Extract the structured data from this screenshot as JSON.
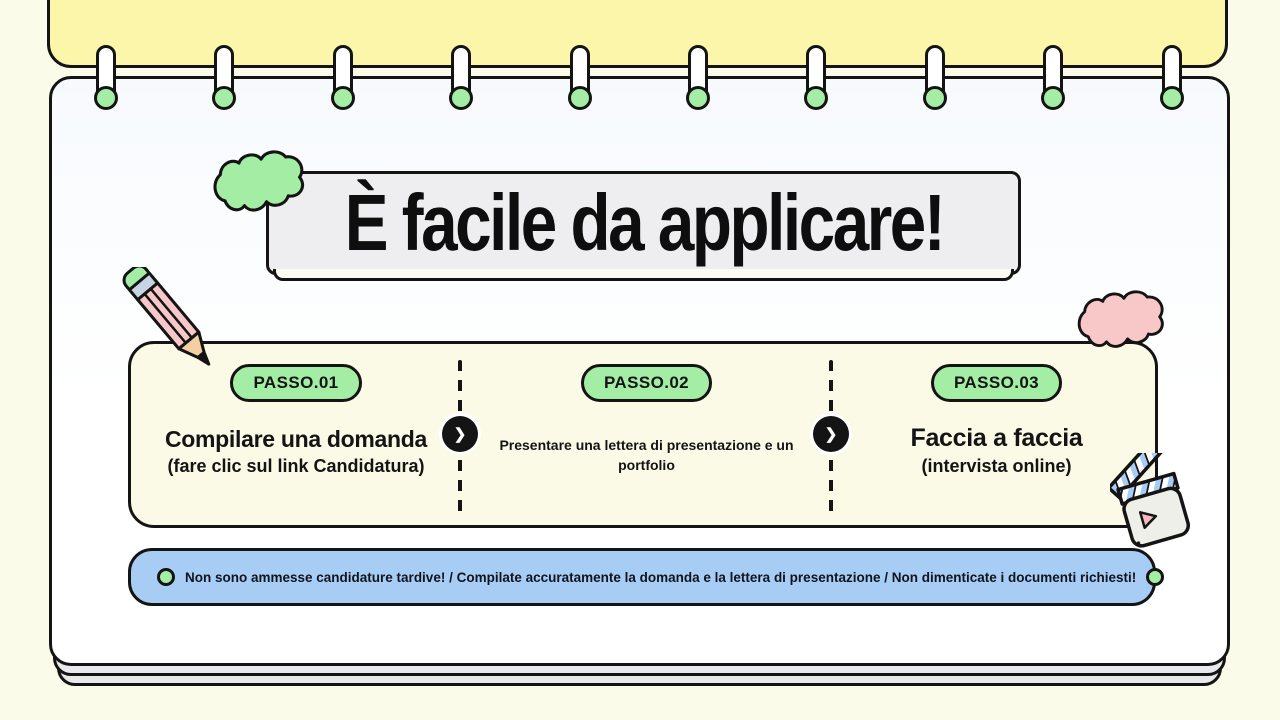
{
  "slide": {
    "title": "È facile da applicare!",
    "steps": [
      {
        "badge": "PASSO.01",
        "heading": "Compilare una domanda",
        "subheading": "(fare clic sul link Candidatura)"
      },
      {
        "badge": "PASSO.02",
        "description": "Presentare una lettera di presentazione e un portfolio"
      },
      {
        "badge": "PASSO.03",
        "heading": "Faccia a faccia",
        "subheading": "(intervista online)"
      }
    ],
    "footer": {
      "text": "Non sono ammesse candidature tardive! / Compilate accuratamente la domanda e la lettera di presentazione / Non dimenticate i documenti richiesti!"
    },
    "icons": {
      "chevron_right": "❯"
    },
    "colors": {
      "bg_ivory": "#FAFBE9",
      "cover_yellow": "#FBF6AA",
      "page_white": "#FDFEFE",
      "panel_cream": "#FAFAE6",
      "title_gray": "#EEEEF0",
      "accent_green": "#A3EDA4",
      "banner_blue": "#A7CDF5",
      "accent_pink": "#F8C8C9",
      "ink_black": "#141414",
      "stack_gray": "#E9E9EC"
    }
  }
}
